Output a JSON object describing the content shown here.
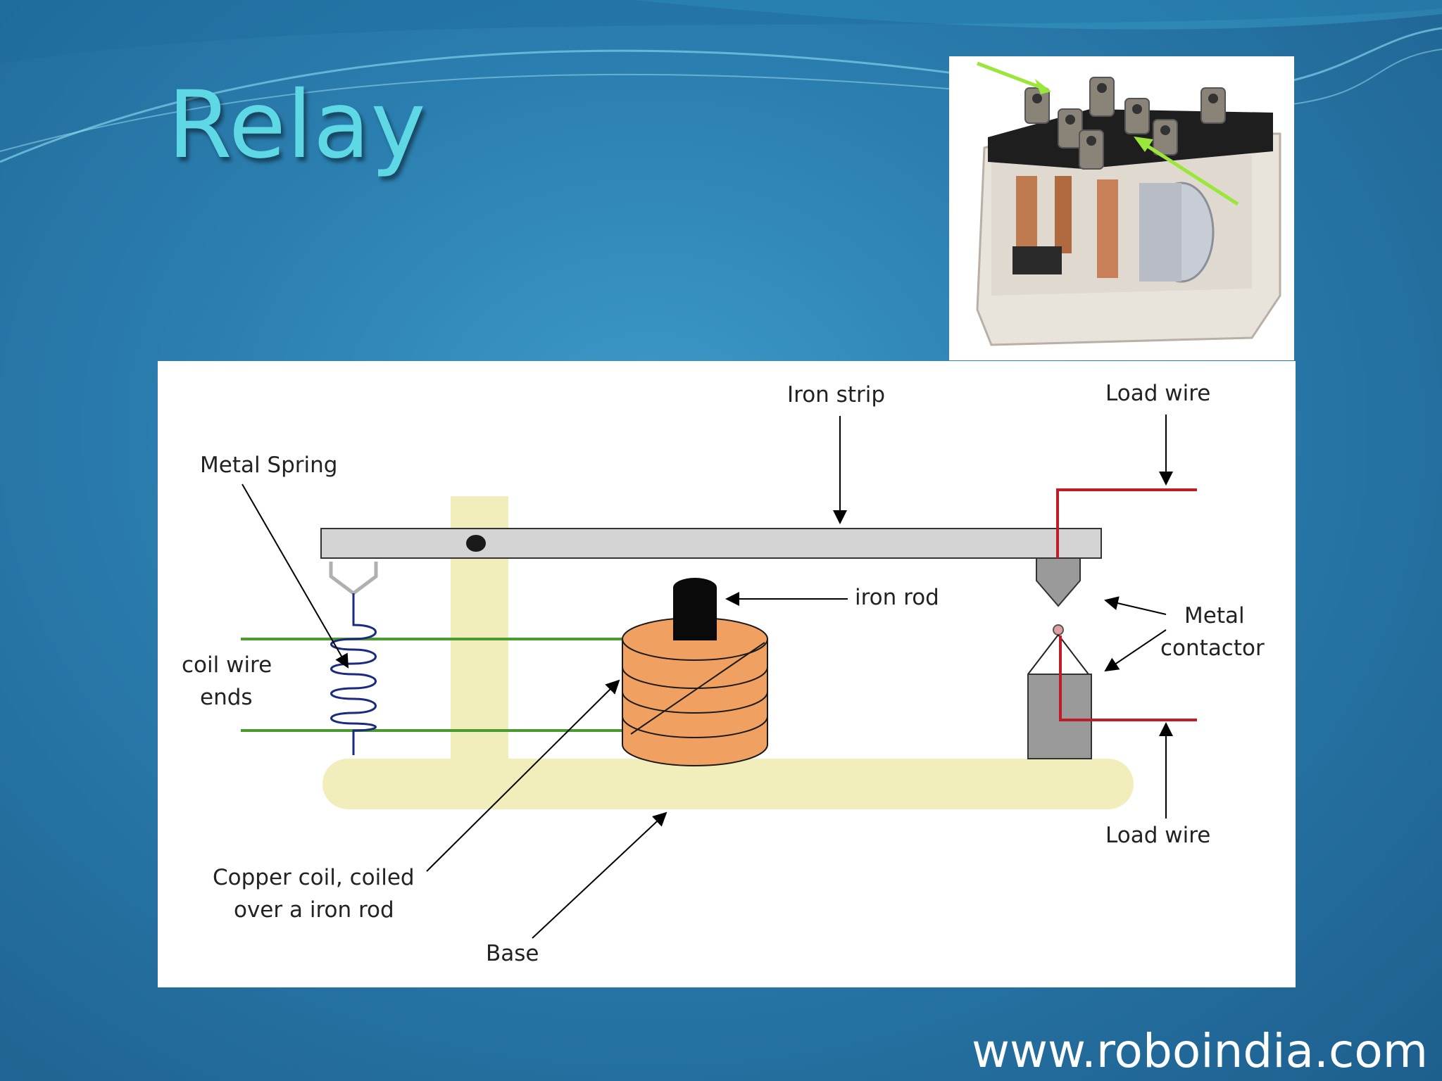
{
  "slide": {
    "title": "Relay",
    "footer": "www.roboindia.com"
  },
  "diagram": {
    "labels": {
      "iron_strip": "Iron strip",
      "load_wire_top": "Load wire",
      "metal_spring": "Metal Spring",
      "iron_rod": "iron rod",
      "metal_contactor_1": "Metal",
      "metal_contactor_2": "contactor",
      "coil_wire_ends_1": "coil wire",
      "coil_wire_ends_2": "ends",
      "copper_coil_1": "Copper coil, coiled",
      "copper_coil_2": "over a iron rod",
      "base": "Base",
      "load_wire_bottom": "Load wire"
    }
  },
  "colors": {
    "background": "#2b7fb0",
    "title": "#5fd8e6",
    "base": "#f1eebc",
    "strip": "#d4d4d4",
    "coil": "#f0a060",
    "coil_wire": "#4a9a30",
    "load_wire": "#c01c28",
    "spring": "#1a2a80",
    "arrow_green": "#9be63a"
  }
}
